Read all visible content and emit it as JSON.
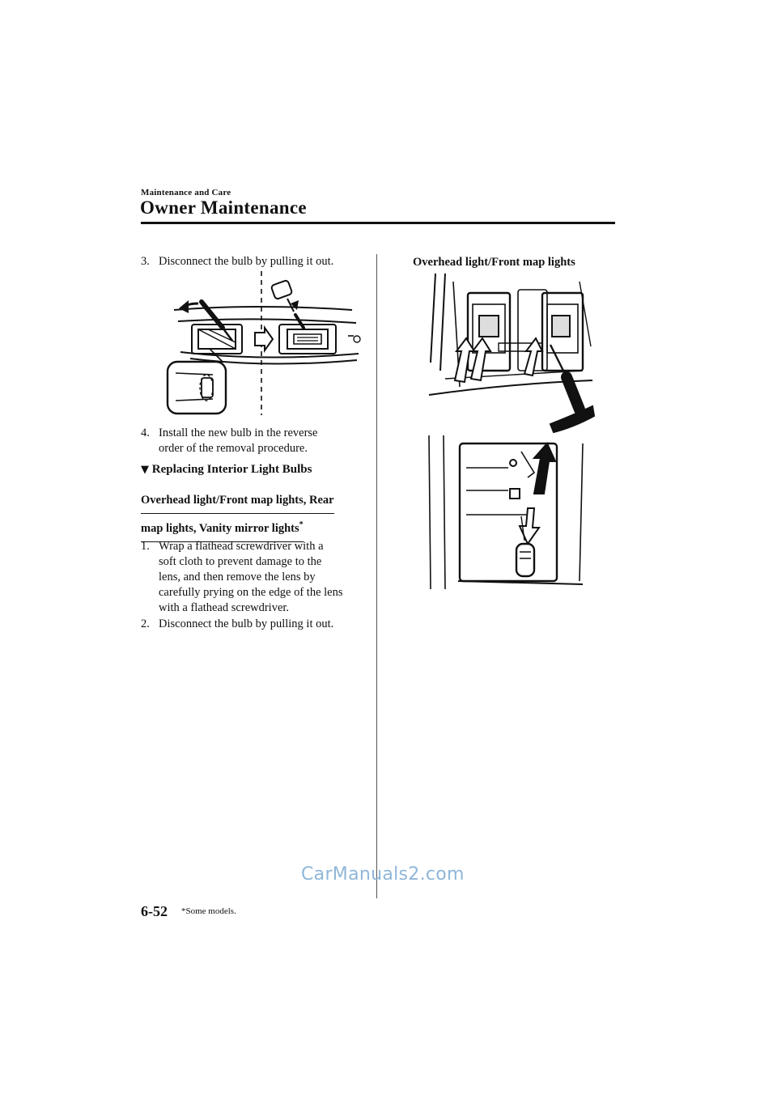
{
  "header": {
    "section": "Maintenance and Care",
    "title": "Owner Maintenance"
  },
  "left_column": {
    "step3": {
      "num": "3.",
      "text": "Disconnect the bulb by pulling it out."
    },
    "step4": {
      "num": "4.",
      "line1": "Install the new bulb in the reverse",
      "line2": "order of the removal procedure."
    },
    "section_heading": {
      "marker": "▼",
      "text": "Replacing Interior Light Bulbs"
    },
    "sub_heading": {
      "line1": "Overhead light/Front map lights, Rear",
      "line2": "map lights, Vanity mirror lights",
      "footnote_mark": "*"
    },
    "wrap_step": {
      "num": "1.",
      "lines": [
        "Wrap a flathead screwdriver with a",
        "soft cloth to prevent damage to the",
        "lens, and then remove the lens by",
        "carefully prying on the edge of the lens",
        "with a flathead screwdriver."
      ]
    },
    "disconnect_step": {
      "num": "2.",
      "text": "Disconnect the bulb by pulling it out."
    }
  },
  "right_column": {
    "figure_caption": "Overhead light/Front map lights"
  },
  "footer": {
    "page_number": "6-52",
    "footnote": "*Some models."
  },
  "watermark": "CarManuals2.com"
}
